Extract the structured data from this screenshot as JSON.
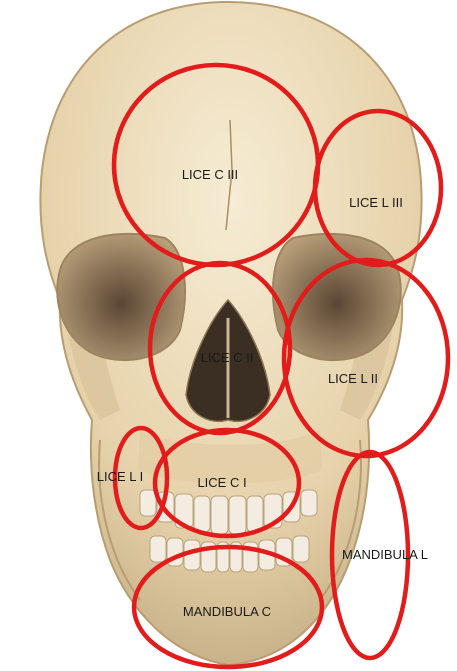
{
  "regions": [
    {
      "id": "lice-c-iii",
      "label": "LICE C III"
    },
    {
      "id": "lice-l-iii",
      "label": "LICE L III"
    },
    {
      "id": "lice-c-ii",
      "label": "LICE C II"
    },
    {
      "id": "lice-l-ii",
      "label": "LICE L II"
    },
    {
      "id": "lice-l-i",
      "label": "LICE L I"
    },
    {
      "id": "lice-c-i",
      "label": "LICE C I"
    },
    {
      "id": "mandibula-l",
      "label": "MANDIBULA L"
    },
    {
      "id": "mandibula-c",
      "label": "MANDIBULA C"
    }
  ],
  "colors": {
    "outline": "#e21b1b",
    "bone": "#eddcbc",
    "bone_shadow": "#c9b28a",
    "cavity": "#3b2e22",
    "tooth": "#f4ece0"
  }
}
